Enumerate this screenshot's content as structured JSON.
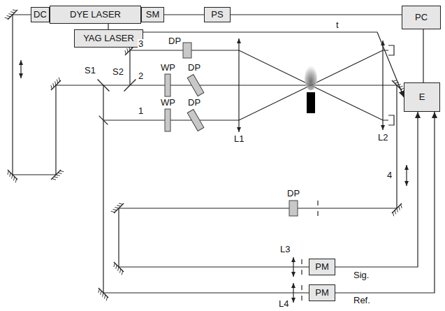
{
  "diagram": {
    "nodes": [
      {
        "text": [
          "DC"
        ]
      },
      {
        "text": [
          "DYE LASER"
        ]
      },
      {
        "text": [
          "SM"
        ]
      },
      {
        "text": [
          "PS"
        ]
      },
      {
        "text": [
          "PC"
        ]
      },
      {
        "text": [
          "YAG LASER"
        ]
      },
      {
        "text": [
          "E"
        ]
      },
      {
        "text": [
          "PM"
        ]
      },
      {
        "text": [
          "PM"
        ]
      }
    ],
    "edges": [
      {
        "from": 2,
        "to": 3,
        "arrow": "none"
      },
      {
        "from": 3,
        "to": 4,
        "arrow": "none"
      },
      {
        "from": 1,
        "to": 5,
        "arrow": "none"
      },
      {
        "from": 5,
        "to": 6,
        "label": "t",
        "arrow": "to"
      },
      {
        "from": 4,
        "to": 6,
        "arrow": "none"
      },
      {
        "from": 7,
        "to": 6,
        "arrow": "to"
      },
      {
        "from": 8,
        "to": 6,
        "arrow": "to"
      }
    ],
    "labels": [
      "3",
      "2",
      "1",
      "DP",
      "WP",
      "DP",
      "WP",
      "DP",
      "S1",
      "S2",
      "L1",
      "L2",
      "4",
      "DP",
      "L3",
      "Sig.",
      "L4",
      "Ref."
    ]
  }
}
